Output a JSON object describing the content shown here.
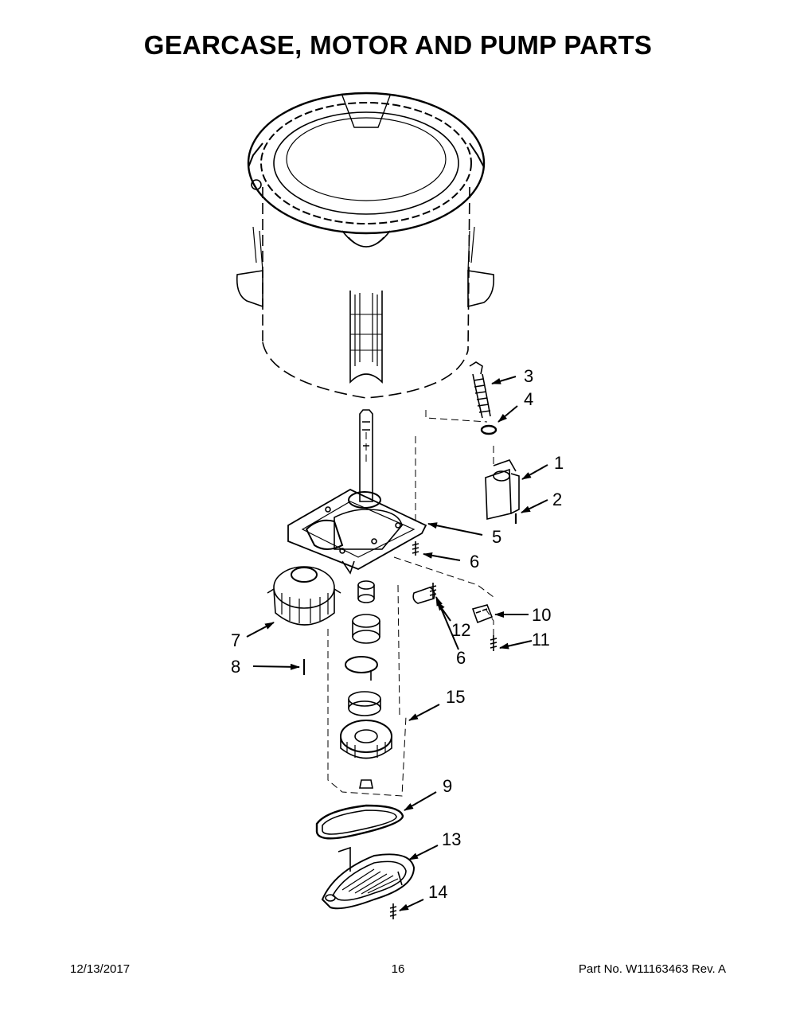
{
  "title": "GEARCASE, MOTOR AND PUMP PARTS",
  "callouts": {
    "c1": "1",
    "c2": "2",
    "c3": "3",
    "c4": "4",
    "c5": "5",
    "c6a": "6",
    "c6b": "6",
    "c7": "7",
    "c8": "8",
    "c9": "9",
    "c10": "10",
    "c11": "11",
    "c12": "12",
    "c13": "13",
    "c14": "14",
    "c15": "15"
  },
  "footer": {
    "date": "12/13/2017",
    "page": "16",
    "part": "Part No.  W11163463  Rev.  A"
  }
}
